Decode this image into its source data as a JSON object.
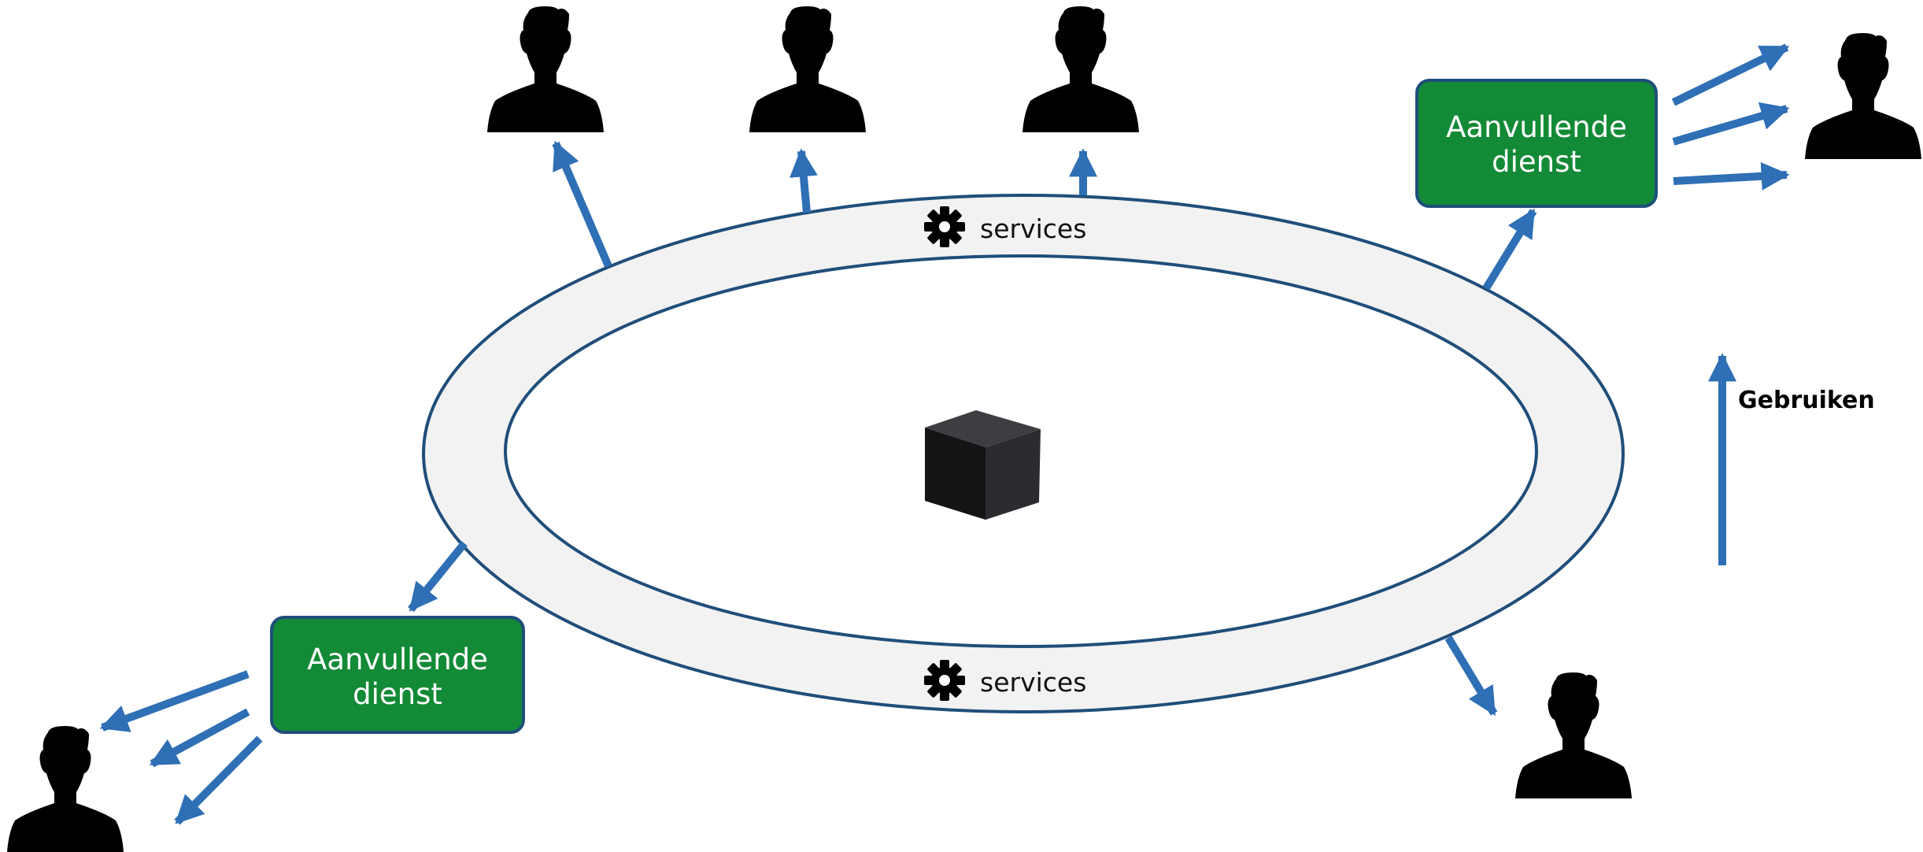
{
  "ring": {
    "top_label": "services",
    "bottom_label": "services"
  },
  "boxes": {
    "top_right": {
      "line1": "Aanvullende",
      "line2": "dienst"
    },
    "bottom_left": {
      "line1": "Aanvullende",
      "line2": "dienst"
    }
  },
  "legend": {
    "label": "Gebruiken"
  },
  "colors": {
    "arrow": "#2e6fb5",
    "ring_stroke": "#1f4e7a",
    "ring_fill": "#f2f2f2",
    "box_fill": "#138a36",
    "box_stroke": "#1f4e7a",
    "person": "#000000"
  },
  "icons": {
    "center": "cube-icon",
    "service": "gear-icon",
    "user": "person-icon"
  }
}
